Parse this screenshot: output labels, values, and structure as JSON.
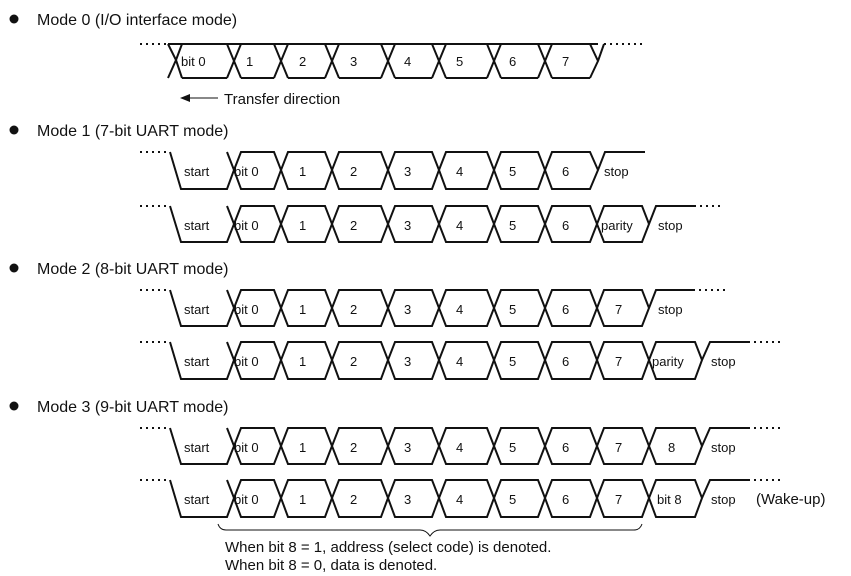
{
  "modes": [
    {
      "title": "Mode 0 (I/O interface mode)",
      "frames": [
        [
          "bit 0",
          "1",
          "2",
          "3",
          "4",
          "5",
          "6",
          "7"
        ]
      ],
      "transfer_direction": "Transfer direction"
    },
    {
      "title": "Mode 1 (7-bit UART mode)",
      "frames": [
        [
          "start",
          "bit 0",
          "1",
          "2",
          "3",
          "4",
          "5",
          "6",
          "stop"
        ],
        [
          "start",
          "bit 0",
          "1",
          "2",
          "3",
          "4",
          "5",
          "6",
          "parity",
          "stop"
        ]
      ]
    },
    {
      "title": "Mode 2 (8-bit UART mode)",
      "frames": [
        [
          "start",
          "bit 0",
          "1",
          "2",
          "3",
          "4",
          "5",
          "6",
          "7",
          "stop"
        ],
        [
          "start",
          "bit 0",
          "1",
          "2",
          "3",
          "4",
          "5",
          "6",
          "7",
          "parity",
          "stop"
        ]
      ]
    },
    {
      "title": "Mode 3 (9-bit UART mode)",
      "frames": [
        [
          "start",
          "bit 0",
          "1",
          "2",
          "3",
          "4",
          "5",
          "6",
          "7",
          "8",
          "stop"
        ],
        [
          "start",
          "bit 0",
          "1",
          "2",
          "3",
          "4",
          "5",
          "6",
          "7",
          "bit 8",
          "stop"
        ]
      ],
      "wake_up": "(Wake-up)",
      "notes": [
        "When bit 8  =  1, address (select code) is denoted.",
        "When bit 8  =  0, data is denoted."
      ]
    }
  ]
}
